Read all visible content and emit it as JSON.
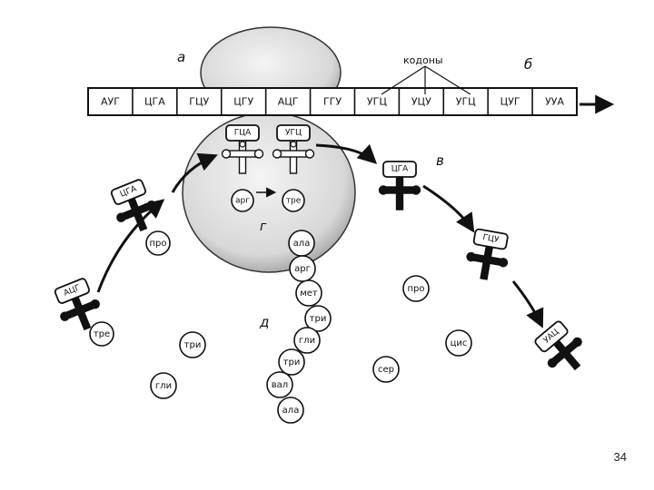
{
  "colors": {
    "ink": "#111111",
    "ribosome": "#e6e6e6",
    "ribosome_edge": "#333333",
    "background": "#ffffff"
  },
  "labels": {
    "a": "а",
    "b": "б",
    "v": "в",
    "g": "г",
    "d": "д",
    "codons": "кодоны"
  },
  "mrna_codons": [
    "АУГ",
    "ЦГА",
    "ГЦУ",
    "ЦГУ",
    "АЦГ",
    "ГГУ",
    "УГЦ",
    "УЦУ",
    "УГЦ",
    "ЦУГ",
    "УУА"
  ],
  "ribosome_trnas": [
    {
      "anticodon": "ГЦА",
      "amino_acid": "арг"
    },
    {
      "anticodon": "УГЦ",
      "amino_acid": "тре"
    }
  ],
  "peptide_chain": [
    "ала",
    "арг",
    "мет",
    "три",
    "гли",
    "три",
    "вал",
    "ала"
  ],
  "incoming_trnas": [
    {
      "anticodon": "ЦГА",
      "amino_acid": "про"
    },
    {
      "anticodon": "АЦГ",
      "amino_acid": "тре"
    }
  ],
  "outgoing_trnas": [
    {
      "anticodon": "ЦГА"
    },
    {
      "anticodon": "ГЦУ"
    },
    {
      "anticodon": "УАЦ"
    }
  ],
  "free_amino_acids": [
    "три",
    "гли",
    "про",
    "цис",
    "сер"
  ],
  "page_number": "34"
}
